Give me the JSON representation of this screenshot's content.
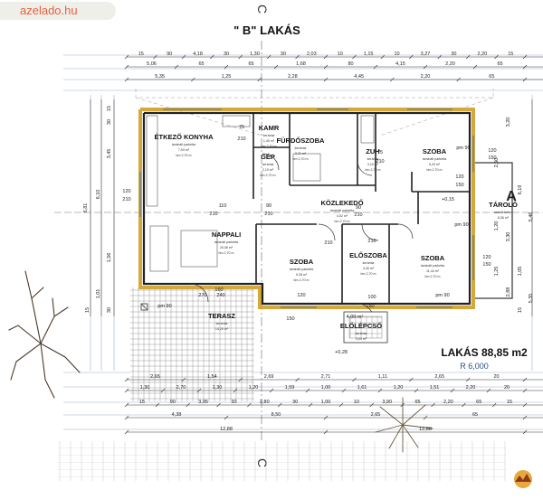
{
  "watermark": "azelado.hu",
  "title": "\" B\" LAKÁS",
  "section_mark": "C",
  "summary": {
    "area_label": "LAKÁS 88,85 m2",
    "level": "R 6,000"
  },
  "rooms": [
    {
      "name": "ÉTKEZŐ KONYHA",
      "floor": "laminált parketta",
      "area": "7,93 m²",
      "height": "bm 2,70 m"
    },
    {
      "name": "KAMR",
      "floor": "kerámia",
      "area": "1,40 m²",
      "height": "bm 2,70 m"
    },
    {
      "name": "GÉP",
      "floor": "kerámia",
      "area": "2,10 m²",
      "height": "bm 2,70 m"
    },
    {
      "name": "FÜRDŐSZOBA",
      "floor": "kerámia",
      "area": "3,71 m²",
      "height": "bm 2,70 m"
    },
    {
      "name": "ZUH",
      "floor": "kerámia",
      "area": "3,10 m²",
      "height": "bm 2,70 m"
    },
    {
      "name": "SZOBA",
      "floor": "laminált parketta",
      "area": "9,20 m²",
      "height": "bm 2,70 m"
    },
    {
      "name": "KÖZLEKEDŐ",
      "floor": "laminált parketta",
      "area": "4,02 m²",
      "height": "bm 2,70 m"
    },
    {
      "name": "NAPPALI",
      "floor": "laminált parketta",
      "area": "20,08 m²",
      "height": "bm 2,70 m"
    },
    {
      "name": "SZOBA",
      "floor": "laminált parketta",
      "area": "9,28 m²",
      "height": "bm 2,70 m"
    },
    {
      "name": "ELŐSZOBA",
      "floor": "kerámia",
      "area": "4,30 m²",
      "height": "bm 2,70 m"
    },
    {
      "name": "SZOBA",
      "floor": "laminált parketta",
      "area": "11,44 m²",
      "height": "bm 2,70 m"
    },
    {
      "name": "TÁROLÓ",
      "floor": "aszfalt beton",
      "area": "8,36 m²",
      "height": ""
    },
    {
      "name": "TERASZ",
      "floor": "kerámia",
      "area": "14,20 m²",
      "height": ""
    },
    {
      "name": "ELŐLÉPCSŐ",
      "floor": "kerámia",
      "area": "3,04 m²",
      "height": ""
    }
  ],
  "dim_rows": [
    {
      "labels": [
        "15",
        "90",
        "4,18",
        "30",
        "1,30",
        "30",
        "2,03",
        "10",
        "1,15",
        "10",
        "3,27",
        "30",
        "2,20",
        "15"
      ]
    },
    {
      "labels": [
        "5,06",
        "65",
        "65",
        "1,68",
        "80",
        "4,15",
        "2,20",
        "65"
      ]
    },
    {
      "labels": [
        "5,35",
        "1,25",
        "2,28",
        "4,45",
        "2,20",
        "65"
      ]
    },
    {
      "labels": [
        "2,65",
        "1,54",
        "2,69",
        "2,71",
        "1,11",
        "2,65",
        "20"
      ]
    },
    {
      "labels": [
        "1,30",
        "2,70",
        "1,30",
        "1,20",
        "1,59",
        "1,00",
        "1,61",
        "1,20",
        "1,51",
        "2,20",
        "20"
      ]
    },
    {
      "labels": [
        "15",
        "90",
        "3,95",
        "30",
        "2,80",
        "30",
        "1,00",
        "10",
        "3,90",
        "65",
        "2,20",
        "65",
        "15"
      ]
    },
    {
      "labels": [
        "4,38",
        "8,50",
        "2,65",
        "65"
      ]
    },
    {
      "labels": [
        "12,88",
        "12,88"
      ]
    }
  ],
  "side_dims": [
    "15",
    "30",
    "3,45",
    "6,10",
    "6,81",
    "1,56",
    "1,01",
    "15",
    "30",
    "3,20",
    "6,19",
    "5,46",
    "3,30",
    "1,05",
    "2,88",
    "5,35",
    "2,50",
    "1,20",
    "1,25",
    "15"
  ],
  "annotations": [
    "75",
    "210",
    "75",
    "210",
    "pm 90",
    "120",
    "150",
    "120",
    "210",
    "110",
    "210",
    "90",
    "210",
    "90",
    "210",
    "120",
    "150",
    "210",
    "270",
    "240",
    "160",
    "150",
    "210",
    "100",
    "150",
    "120",
    "150",
    "120",
    "pm 90",
    "pm 90",
    "pm 90",
    "4,00 m²",
    "+0,28",
    "+0,15",
    "A",
    "A"
  ]
}
